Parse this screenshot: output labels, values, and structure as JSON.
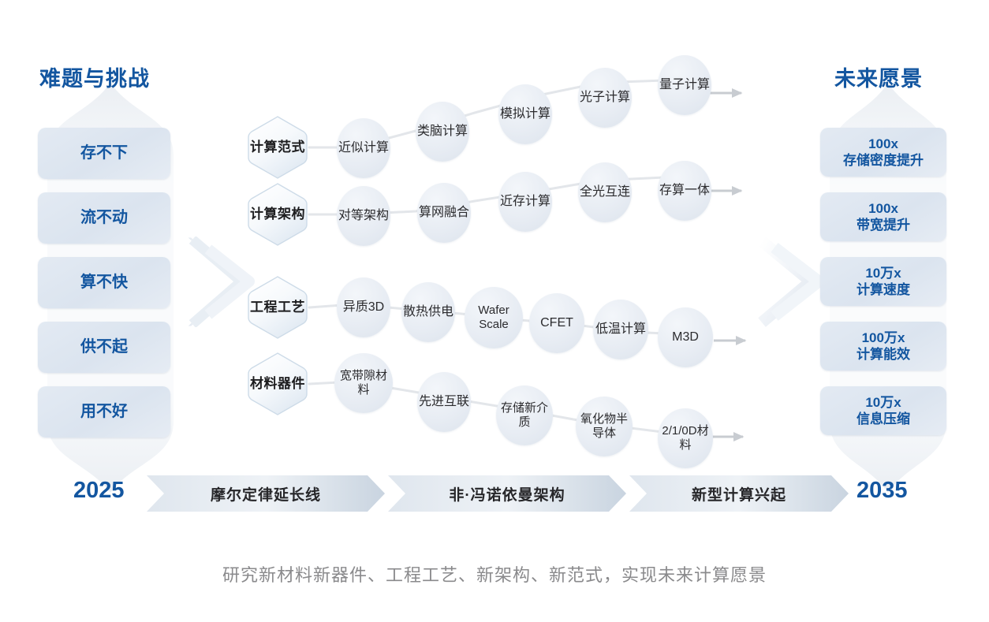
{
  "headers": {
    "left": "难题与挑战",
    "right": "未来愿景"
  },
  "challenges": [
    {
      "label": "存不下"
    },
    {
      "label": "流不动"
    },
    {
      "label": "算不快"
    },
    {
      "label": "供不起"
    },
    {
      "label": "用不好"
    }
  ],
  "visions": [
    {
      "metric": "100x",
      "desc": "存储密度提升"
    },
    {
      "metric": "100x",
      "desc": "带宽提升"
    },
    {
      "metric": "10万x",
      "desc": "计算速度"
    },
    {
      "metric": "100万x",
      "desc": "计算能效"
    },
    {
      "metric": "10万x",
      "desc": "信息压缩"
    }
  ],
  "tracks": [
    {
      "category": "计算范式",
      "nodes": [
        {
          "label": "近似计算"
        },
        {
          "label": "类脑计算"
        },
        {
          "label": "模拟计算"
        },
        {
          "label": "光子计算"
        },
        {
          "label": "量子计算"
        }
      ]
    },
    {
      "category": "计算架构",
      "nodes": [
        {
          "label": "对等架构"
        },
        {
          "label": "算网融合"
        },
        {
          "label": "近存计算"
        },
        {
          "label": "全光互连"
        },
        {
          "label": "存算一体"
        }
      ]
    },
    {
      "category": "工程工艺",
      "nodes": [
        {
          "label": "异质3D"
        },
        {
          "label": "散热供电"
        },
        {
          "label": "Wafer Scale"
        },
        {
          "label": "CFET"
        },
        {
          "label": "低温计算"
        },
        {
          "label": "M3D"
        }
      ]
    },
    {
      "category": "材料器件",
      "nodes": [
        {
          "label": "宽带隙材料"
        },
        {
          "label": "先进互联"
        },
        {
          "label": "存储新介质"
        },
        {
          "label": "氧化物半导体"
        },
        {
          "label": "2/1/0D材料"
        }
      ]
    }
  ],
  "timeline": {
    "start_year": "2025",
    "end_year": "2035",
    "phases": [
      {
        "label": "摩尔定律延长线"
      },
      {
        "label": "非·冯诺依曼架构"
      },
      {
        "label": "新型计算兴起"
      }
    ]
  },
  "caption": "研究新材料新器件、工程工艺、新架构、新范式，实现未来计算愿景",
  "colors": {
    "accent_blue": "#1356a0",
    "pill_fill": "#dde5ee",
    "node_fill": "#e5ebf3",
    "caption_gray": "#8a8a8c"
  }
}
